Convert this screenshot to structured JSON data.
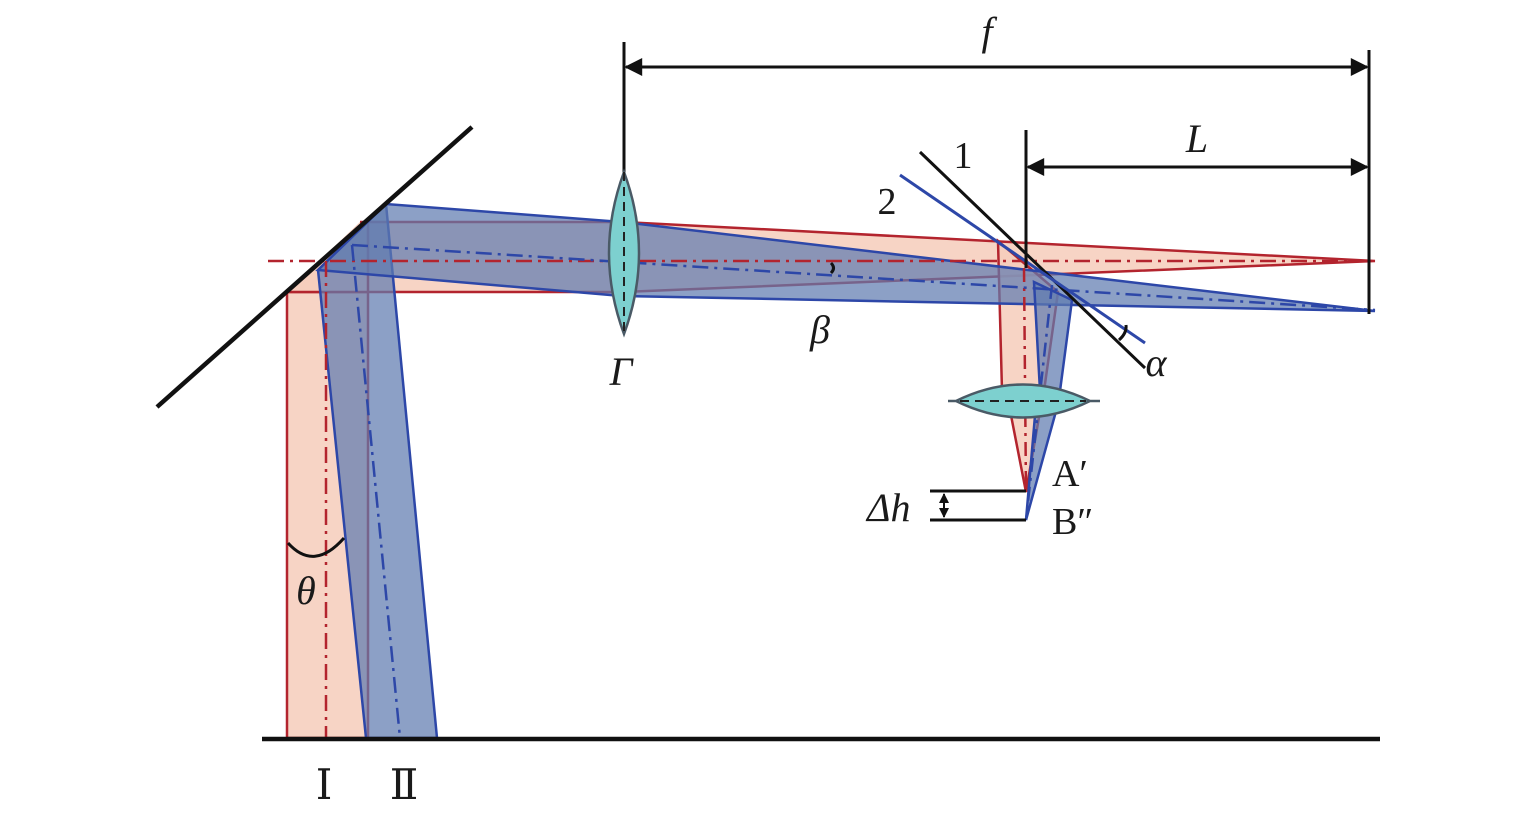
{
  "labels": {
    "f": "f",
    "L": "L",
    "line1": "1",
    "line2": "2",
    "beta": "β",
    "alpha": "α",
    "gamma": "Γ",
    "theta": "θ",
    "a_prime": "A′",
    "b_double_prime": "B″",
    "delta_h": "Δh",
    "beam1": "Ⅰ",
    "beam2": "Ⅱ"
  },
  "colors": {
    "red": "#b3242e",
    "red_fill": "#f6cdbb",
    "blue": "#2d47a8",
    "blue_fill": "#6d86b6",
    "lens_fill": "#7dd0cf",
    "black": "#111111"
  }
}
